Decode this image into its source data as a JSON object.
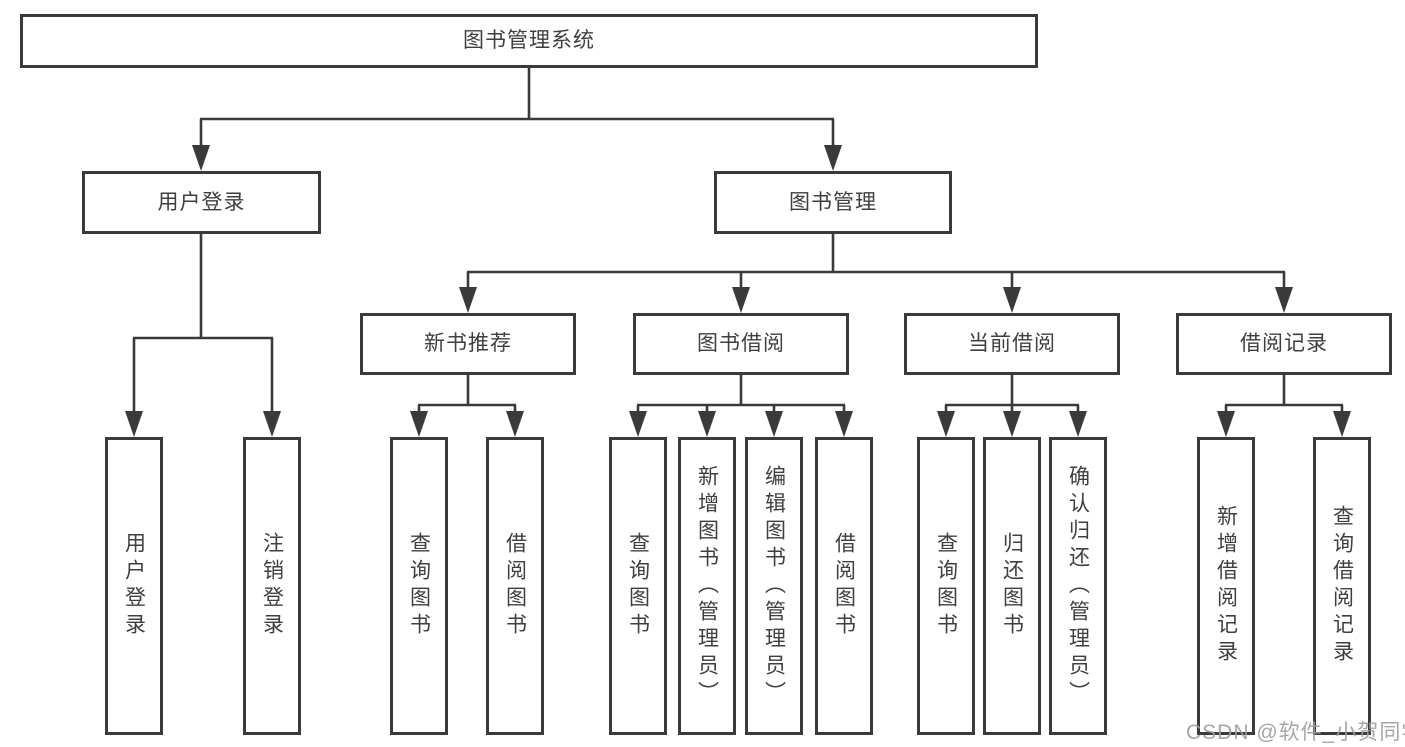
{
  "diagram_type": "hierarchy-tree",
  "tree": {
    "label": "图书管理系统",
    "children": [
      {
        "label": "用户登录",
        "children": [
          {
            "label": "用户登录"
          },
          {
            "label": "注销登录"
          }
        ]
      },
      {
        "label": "图书管理",
        "children": [
          {
            "label": "新书推荐",
            "children": [
              {
                "label": "查询图书"
              },
              {
                "label": "借阅图书"
              }
            ]
          },
          {
            "label": "图书借阅",
            "children": [
              {
                "label": "查询图书"
              },
              {
                "label": "新增图书（管理员）"
              },
              {
                "label": "编辑图书（管理员）"
              },
              {
                "label": "借阅图书"
              }
            ]
          },
          {
            "label": "当前借阅",
            "children": [
              {
                "label": "查询图书"
              },
              {
                "label": "归还图书"
              },
              {
                "label": "确认归还（管理员）"
              }
            ]
          },
          {
            "label": "借阅记录",
            "children": [
              {
                "label": "新增借阅记录"
              },
              {
                "label": "查询借阅记录"
              }
            ]
          }
        ]
      }
    ]
  },
  "watermark": {
    "text": "CSDN @软件_小贺同学"
  },
  "colors": {
    "line": "#3a3a3a",
    "box_border": "#3a3a3a",
    "text": "#3f3f3f",
    "background": "#ffffff",
    "watermark": "#9e9e9e"
  }
}
